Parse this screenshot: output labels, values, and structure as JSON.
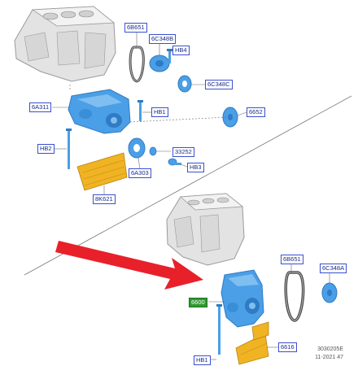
{
  "colors": {
    "block": "#e3e3e3",
    "block_edge": "#9a9a9a",
    "pump": "#4a9fe6",
    "pump_dark": "#2f7bc4",
    "shield": "#f0b323",
    "arrow": "#e8202a",
    "callout_border": "#3a4fd0",
    "callout_green": "#2f9a2f",
    "leader": "#6b6b6b"
  },
  "callouts": {
    "top": {
      "c6B651": "6B651",
      "c6C348B": "6C348B",
      "cHB4": "HB4",
      "c6C348C": "6C348C",
      "c6A311": "6A311",
      "cHB1": "HB1",
      "c6652": "6652",
      "cHB2": "HB2",
      "c33252": "33252",
      "c6A303": "6A303",
      "cHB3": "HB3",
      "c8K621": "8K621"
    },
    "bottom": {
      "c6B651": "6B651",
      "c6C348A": "6C348A",
      "c6600": "6600",
      "c6616": "6616",
      "cHB1": "HB1"
    }
  },
  "doc_id": {
    "code": "3030205E",
    "date": "11-2021 47"
  }
}
